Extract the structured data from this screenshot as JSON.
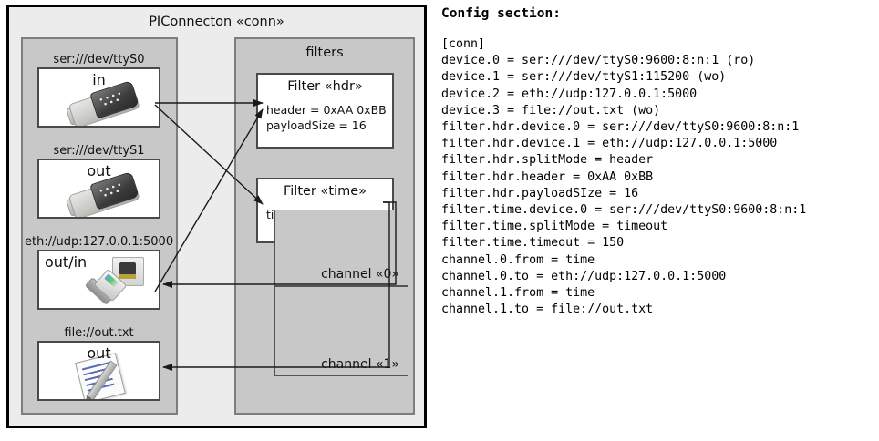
{
  "diagram": {
    "outer_title": "PIConnecton «conn»",
    "devices_panel": {
      "title": "",
      "items": [
        {
          "caption": "ser:///dev/ttyS0",
          "label": "in",
          "icon": "serial-connector-icon"
        },
        {
          "caption": "ser:///dev/ttyS1",
          "label": "out",
          "icon": "serial-connector-icon"
        },
        {
          "caption": "eth://udp:127.0.0.1:5000",
          "label": "out/in",
          "icon": "ethernet-jack-icon"
        },
        {
          "caption": "file://out.txt",
          "label": "out",
          "icon": "text-file-icon"
        }
      ]
    },
    "filters_panel": {
      "title": "filters",
      "filters": [
        {
          "title": "Filter «hdr»",
          "props": [
            "header = 0xAA 0xBB",
            "payloadSize = 16"
          ]
        },
        {
          "title": "Filter «time»",
          "props": [
            "timeout = 150 ms"
          ]
        }
      ],
      "channels": [
        {
          "label": "channel «0»"
        },
        {
          "label": "channel «1»"
        }
      ]
    }
  },
  "config": {
    "heading": "Config section:",
    "text": "[conn]\ndevice.0 = ser:///dev/ttyS0:9600:8:n:1 (ro)\ndevice.1 = ser:///dev/ttyS1:115200 (wo)\ndevice.2 = eth://udp:127.0.0.1:5000\ndevice.3 = file://out.txt (wo)\nfilter.hdr.device.0 = ser:///dev/ttyS0:9600:8:n:1\nfilter.hdr.device.1 = eth://udp:127.0.0.1:5000\nfilter.hdr.splitMode = header\nfilter.hdr.header = 0xAA 0xBB\nfilter.hdr.payloadSIze = 16\nfilter.time.device.0 = ser:///dev/ttyS0:9600:8:n:1\nfilter.time.splitMode = timeout\nfilter.time.timeout = 150\nchannel.0.from = time\nchannel.0.to = eth://udp:127.0.0.1:5000\nchannel.1.from = time\nchannel.1.to = file://out.txt"
  },
  "colors": {
    "page_background": "#ffffff",
    "outer_frame_background": "#ececec",
    "outer_frame_border": "#000000",
    "panel_background": "#c8c8c8",
    "panel_border": "#7d7d7d",
    "box_background": "#ffffff",
    "box_border": "#4a4a4a",
    "connector_line": "#1a1a1a",
    "text": "#101010"
  }
}
